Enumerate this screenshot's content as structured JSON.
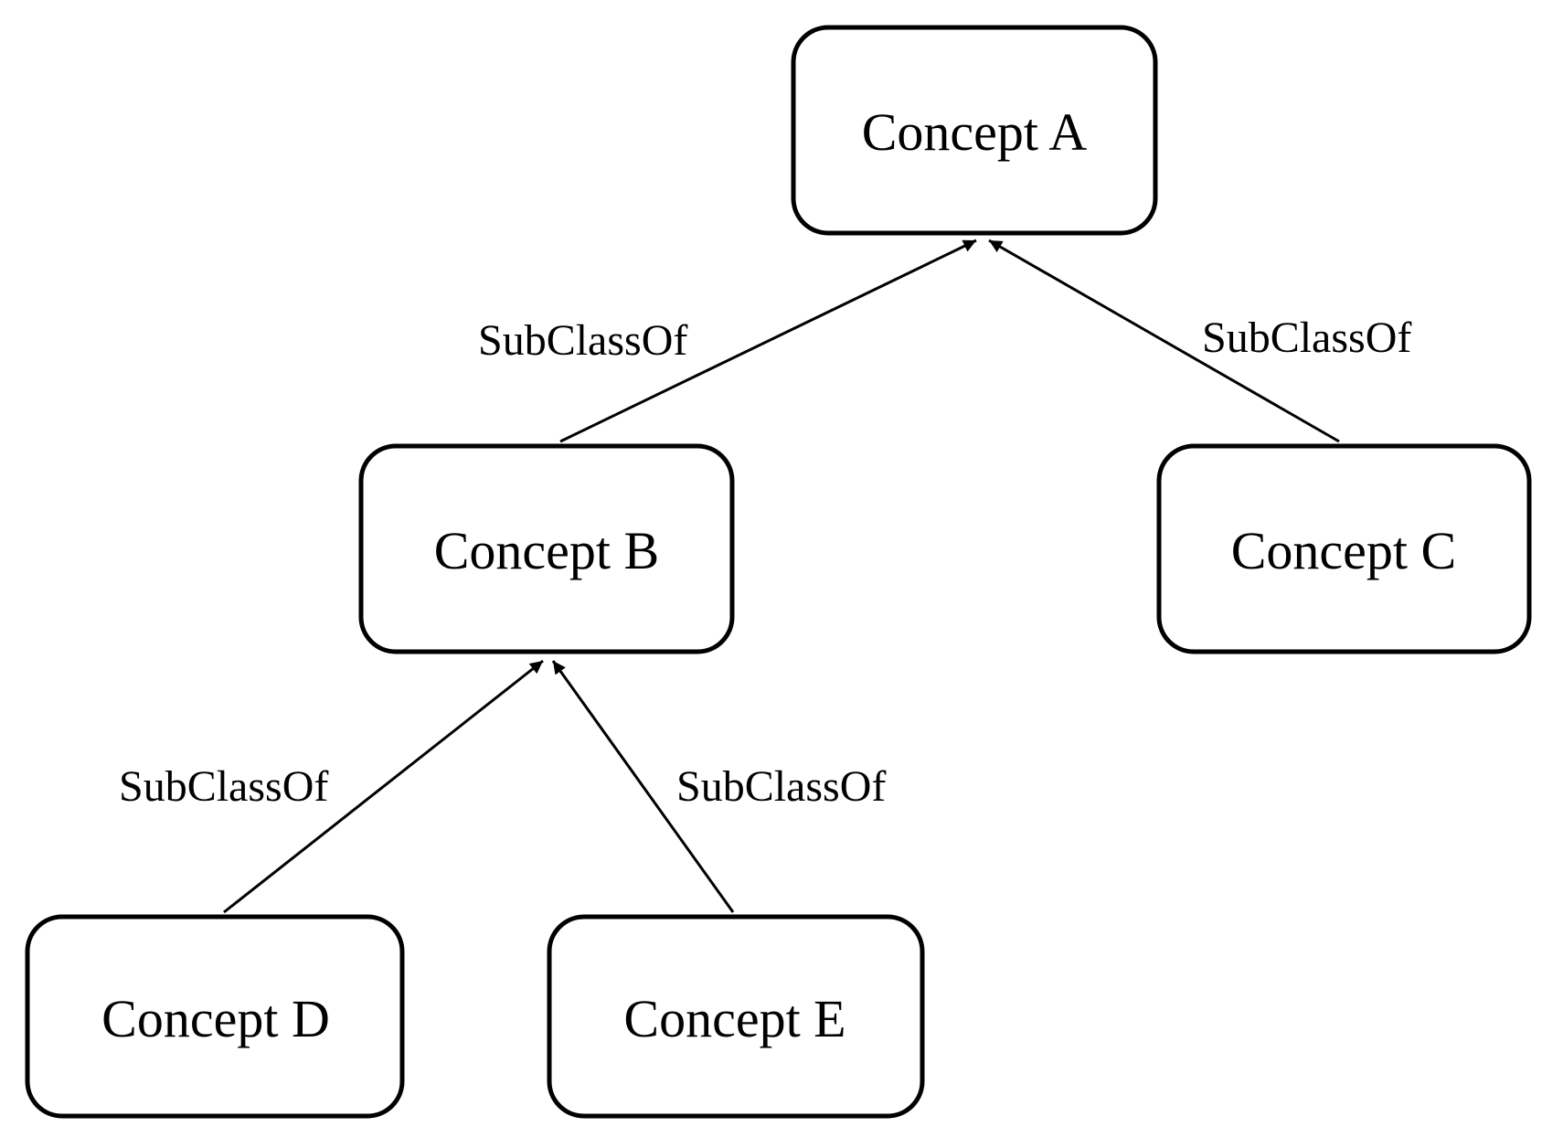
{
  "nodes": {
    "a": {
      "label": "Concept A"
    },
    "b": {
      "label": "Concept B"
    },
    "c": {
      "label": "Concept C"
    },
    "d": {
      "label": "Concept D"
    },
    "e": {
      "label": "Concept E"
    }
  },
  "edges": {
    "b_to_a": {
      "label": "SubClassOf"
    },
    "c_to_a": {
      "label": "SubClassOf"
    },
    "d_to_b": {
      "label": "SubClassOf"
    },
    "e_to_b": {
      "label": "SubClassOf"
    }
  },
  "colors": {
    "stroke": "#000000",
    "background": "#ffffff"
  }
}
